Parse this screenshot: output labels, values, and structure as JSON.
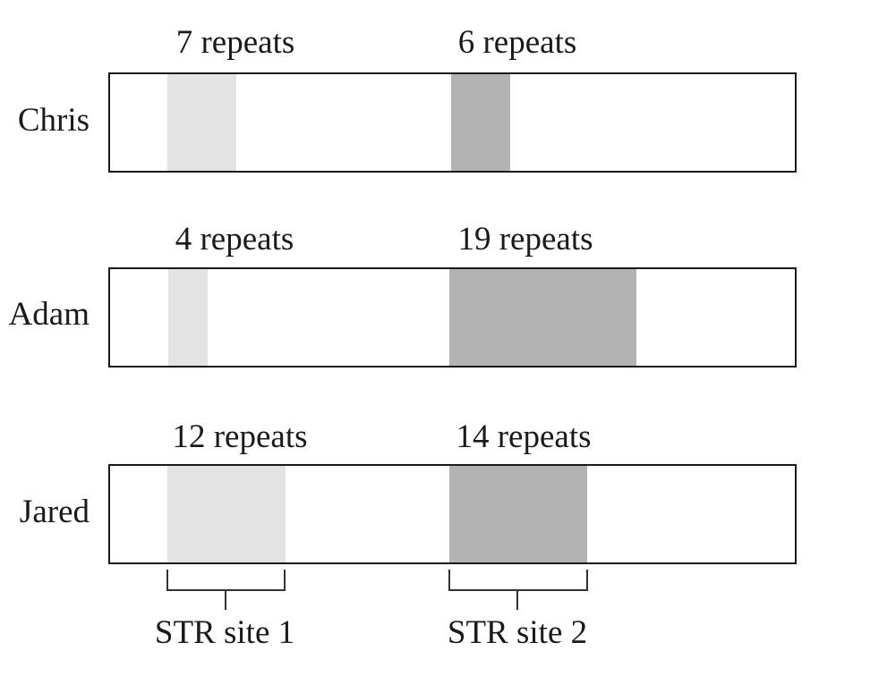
{
  "individuals": [
    {
      "name": "Chris",
      "site1": {
        "repeats": 7,
        "label": "7 repeats"
      },
      "site2": {
        "repeats": 6,
        "label": "6 repeats"
      }
    },
    {
      "name": "Adam",
      "site1": {
        "repeats": 4,
        "label": "4 repeats"
      },
      "site2": {
        "repeats": 19,
        "label": "19 repeats"
      }
    },
    {
      "name": "Jared",
      "site1": {
        "repeats": 12,
        "label": "12 repeats"
      },
      "site2": {
        "repeats": 14,
        "label": "14 repeats"
      }
    }
  ],
  "sites": [
    {
      "label": "STR site 1"
    },
    {
      "label": "STR site 2"
    }
  ],
  "colors": {
    "site1": "#e3e3e3",
    "site2": "#b3b3b3"
  }
}
